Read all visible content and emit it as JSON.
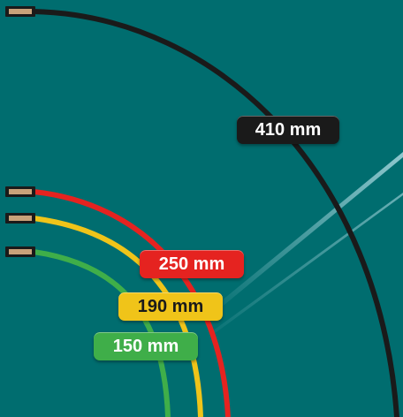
{
  "colors": {
    "background": "#006d6f",
    "black_line": "#1a1a1a",
    "red_line": "#e52320",
    "yellow_line": "#f0c419",
    "green_line": "#3fae49",
    "connector": "#c9a27a",
    "ray": "#bfe6ee"
  },
  "labels": [
    {
      "id": "black",
      "text": "410 mm",
      "color": "#1a1a1a"
    },
    {
      "id": "red",
      "text": "250 mm",
      "color": "#e52320"
    },
    {
      "id": "yellow",
      "text": "190 mm",
      "color": "#f0c419"
    },
    {
      "id": "green",
      "text": "150 mm",
      "color": "#3fae49"
    }
  ],
  "icons": [
    "connector-icon"
  ]
}
